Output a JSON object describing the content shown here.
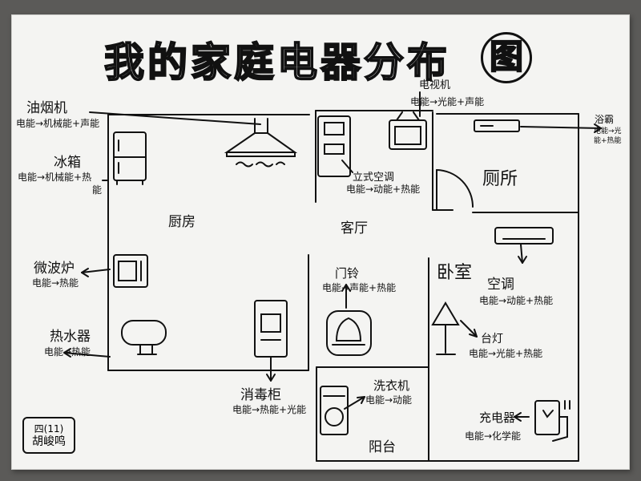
{
  "title": {
    "main": "我的家庭电器分布",
    "tail": "图"
  },
  "rooms": {
    "kitchen": "厨房",
    "living": "客厅",
    "toilet": "厕所",
    "bedroom": "卧室",
    "balcony": "阳台"
  },
  "appliances": {
    "range_hood": {
      "name": "油烟机",
      "energy": "电能→机械能+声能"
    },
    "fridge": {
      "name": "冰箱",
      "energy_1": "电能→机械能+热",
      "energy_2": "能"
    },
    "microwave": {
      "name": "微波炉",
      "energy": "电能→热能"
    },
    "water_heater": {
      "name": "热水器",
      "energy": "电能→热能"
    },
    "tv": {
      "name": "电视机",
      "energy": "电能→光能+声能"
    },
    "standing_ac": {
      "name": "立式空调",
      "energy": "电能→动能+热能"
    },
    "bath_heater": {
      "name": "浴霸",
      "energy": "电能→光能+热能"
    },
    "doorbell": {
      "name": "门铃",
      "energy": "电能→声能+热能"
    },
    "air_conditioner": {
      "name": "空调",
      "energy": "电能→动能+热能"
    },
    "desk_lamp": {
      "name": "台灯",
      "energy": "电能→光能+热能"
    },
    "disinfection_cabinet": {
      "name": "消毒柜",
      "energy": "电能→热能+光能"
    },
    "washing_machine": {
      "name": "洗衣机",
      "energy": "电能→动能"
    },
    "charger": {
      "name": "充电器",
      "energy": "电能→化学能"
    }
  },
  "author": {
    "class": "四(11)",
    "name": "胡峻鸣"
  }
}
